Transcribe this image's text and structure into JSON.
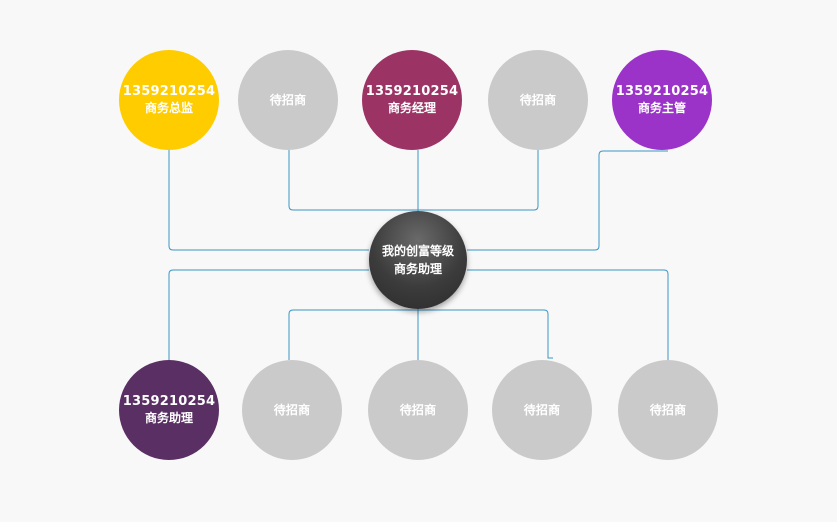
{
  "colors": {
    "connector": "#3a96c4",
    "vacant": "#cacaca",
    "director": "#ffcc00",
    "manager": "#9c3365",
    "supervisor": "#9b33c9",
    "assistant": "#5a2f63",
    "center": "#444444"
  },
  "center": {
    "line1": "我的创富等级",
    "line2": "商务助理"
  },
  "top_nodes": [
    {
      "line1": "1359210254",
      "line2": "商务总监",
      "status": "filled",
      "color": "#ffcc00"
    },
    {
      "line1": "待招商",
      "line2": "",
      "status": "vacant",
      "color": "#cacaca"
    },
    {
      "line1": "1359210254",
      "line2": "商务经理",
      "status": "filled",
      "color": "#9c3365"
    },
    {
      "line1": "待招商",
      "line2": "",
      "status": "vacant",
      "color": "#cacaca"
    },
    {
      "line1": "1359210254",
      "line2": "商务主管",
      "status": "filled",
      "color": "#9b33c9"
    }
  ],
  "bottom_nodes": [
    {
      "line1": "1359210254",
      "line2": "商务助理",
      "status": "filled",
      "color": "#5a2f63"
    },
    {
      "line1": "待招商",
      "line2": "",
      "status": "vacant",
      "color": "#cacaca"
    },
    {
      "line1": "待招商",
      "line2": "",
      "status": "vacant",
      "color": "#cacaca"
    },
    {
      "line1": "待招商",
      "line2": "",
      "status": "vacant",
      "color": "#cacaca"
    },
    {
      "line1": "待招商",
      "line2": "",
      "status": "vacant",
      "color": "#cacaca"
    }
  ]
}
